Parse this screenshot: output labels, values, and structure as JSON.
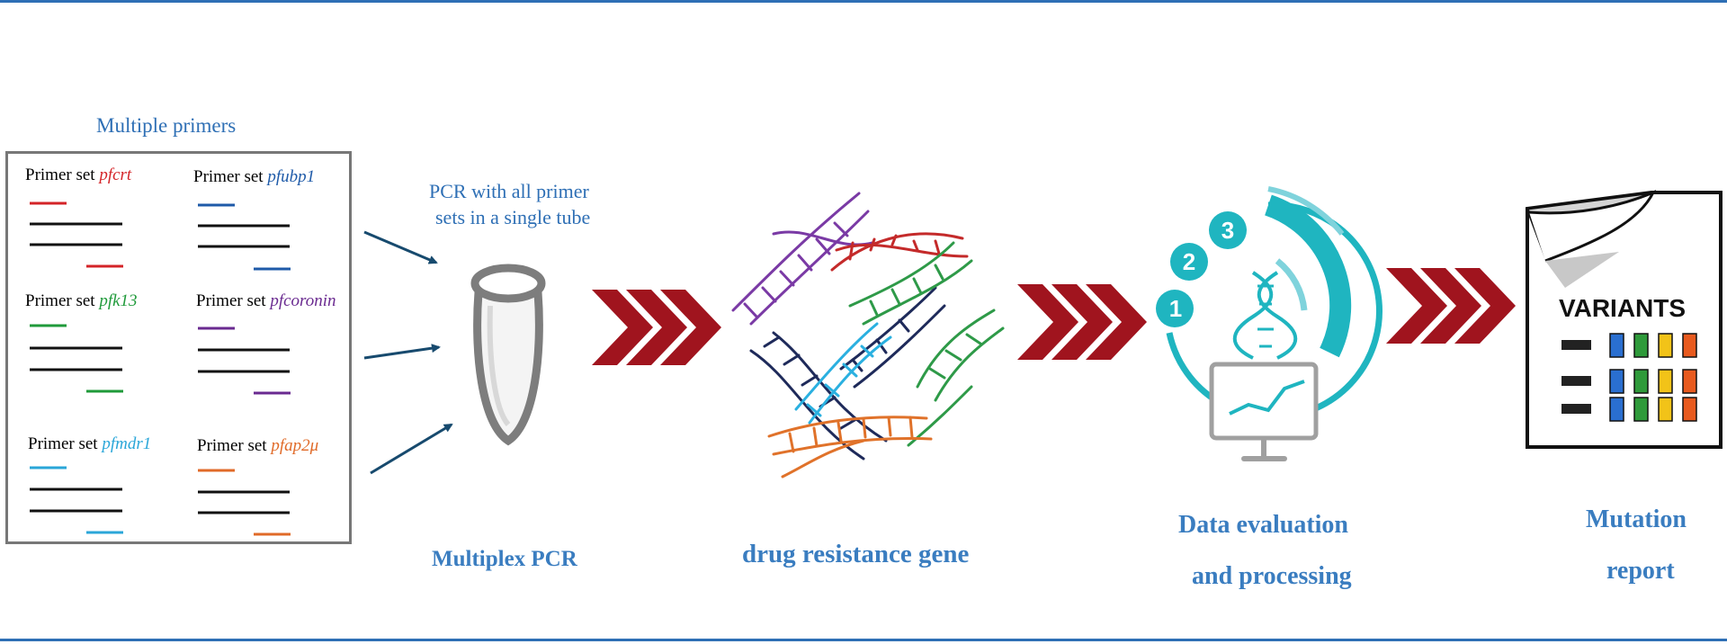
{
  "primers": {
    "heading": "Multiple primers",
    "set_prefix": "Primer set",
    "sets": [
      {
        "gene": "pfcrt",
        "color": "#d42428"
      },
      {
        "gene": "pfubp1",
        "color": "#1e5aa8"
      },
      {
        "gene": "pfk13",
        "color": "#1f9a3a"
      },
      {
        "gene": "pfcoronin",
        "color": "#6a2a90"
      },
      {
        "gene": "pfmdr1",
        "color": "#2aa6d8"
      },
      {
        "gene": "pfap2μ",
        "color": "#e06a28"
      }
    ]
  },
  "pcr": {
    "caption_line1": "PCR with all primer",
    "caption_line2": "sets in a single tube",
    "stage_label": "Multiplex PCR"
  },
  "dna": {
    "stage_label": "drug resistance gene"
  },
  "analysis": {
    "steps": [
      "1",
      "2",
      "3"
    ],
    "stage_label_line1": "Data evaluation",
    "stage_label_line2": "and processing"
  },
  "report": {
    "doc_title": "VARIANTS",
    "stage_label_line1": "Mutation",
    "stage_label_line2": "report"
  },
  "colors": {
    "accent_blue": "#2e6fb5",
    "chevron_red": "#a0141e",
    "teal": "#1fb5c0"
  }
}
